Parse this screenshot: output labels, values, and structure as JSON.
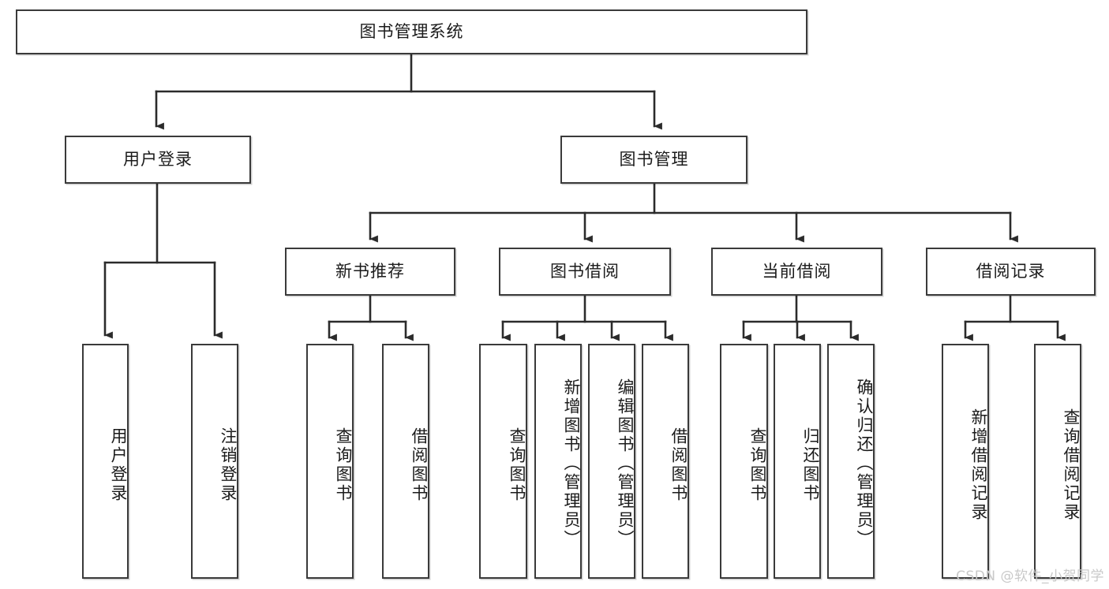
{
  "diagram": {
    "title": "图书管理系统",
    "type": "hierarchy-tree",
    "watermark": "CSDN @软件_小贺同学",
    "colors": {
      "box_border": "#3a3a3a",
      "box_fill": "#ffffff",
      "line": "#2b2b2b",
      "text": "#1b1b1b",
      "watermark": "#c9c9c9",
      "background": "#ffffff"
    },
    "root": {
      "label": "图书管理系统"
    },
    "level2": [
      {
        "label": "用户登录"
      },
      {
        "label": "图书管理"
      }
    ],
    "level3": [
      {
        "label": "新书推荐"
      },
      {
        "label": "图书借阅"
      },
      {
        "label": "当前借阅"
      },
      {
        "label": "借阅记录"
      }
    ],
    "leaves": {
      "user_login": [
        {
          "label": "用户登录"
        },
        {
          "label": "注销登录"
        }
      ],
      "new_book_recommend": [
        {
          "label": "查询图书"
        },
        {
          "label": "借阅图书"
        }
      ],
      "book_borrow": [
        {
          "label": "查询图书"
        },
        {
          "label": "新增图书（管理员）"
        },
        {
          "label": "编辑图书（管理员）"
        },
        {
          "label": "借阅图书"
        }
      ],
      "current_borrow": [
        {
          "label": "查询图书"
        },
        {
          "label": "归还图书"
        },
        {
          "label": "确认归还（管理员）"
        }
      ],
      "borrow_records": [
        {
          "label": "新增借阅记录"
        },
        {
          "label": "查询借阅记录"
        }
      ]
    }
  }
}
